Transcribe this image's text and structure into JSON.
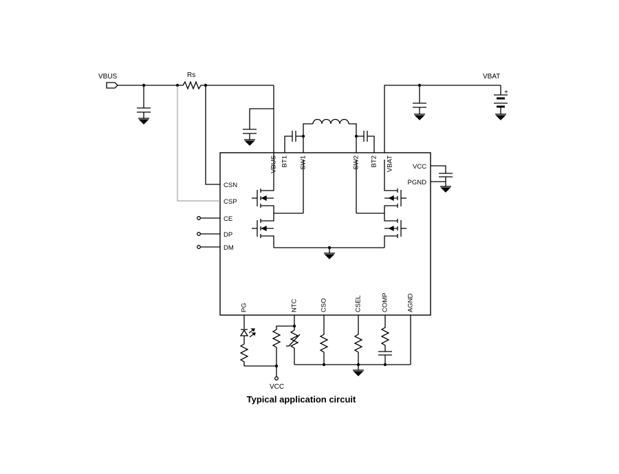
{
  "diagram": {
    "caption": "Typical application circuit",
    "nets": {
      "vbus": "VBUS",
      "vbat": "VBAT",
      "sense_resistor": "Rs",
      "vcc_bottom": "VCC",
      "battery_plus": "+"
    },
    "chip_pins": {
      "top": [
        "VBUS",
        "BT1",
        "SW1",
        "SW2",
        "BT2",
        "VBAT"
      ],
      "left": [
        "CSN",
        "CSP",
        "CE",
        "DP",
        "DM"
      ],
      "right": [
        "VCC",
        "PGND"
      ],
      "bottom": [
        "PG",
        "NTC",
        "CSO",
        "CSEL",
        "COMP",
        "AGND"
      ]
    }
  }
}
